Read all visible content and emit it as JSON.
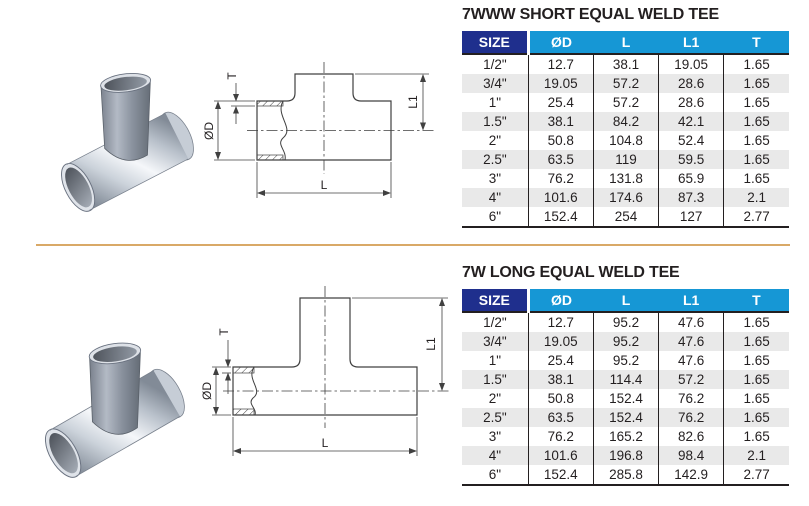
{
  "colors": {
    "header_dark_blue": "#1f2f8d",
    "header_light_blue": "#1697d5",
    "row_stripe_gray": "#e9e9e9",
    "table_rule_black": "#231f20",
    "divider_tan": "#d9a967",
    "steel_light": "#f4f6f9",
    "steel_dark": "#6f7682"
  },
  "sections": [
    {
      "title": "7WWW SHORT EQUAL WELD TEE",
      "table": {
        "columns": [
          "SIZE",
          "ØD",
          "L",
          "L1",
          "T"
        ],
        "rows": [
          [
            "1/2\"",
            "12.7",
            "38.1",
            "19.05",
            "1.65"
          ],
          [
            "3/4\"",
            "19.05",
            "57.2",
            "28.6",
            "1.65"
          ],
          [
            "1\"",
            "25.4",
            "57.2",
            "28.6",
            "1.65"
          ],
          [
            "1.5\"",
            "38.1",
            "84.2",
            "42.1",
            "1.65"
          ],
          [
            "2\"",
            "50.8",
            "104.8",
            "52.4",
            "1.65"
          ],
          [
            "2.5\"",
            "63.5",
            "119",
            "59.5",
            "1.65"
          ],
          [
            "3\"",
            "76.2",
            "131.8",
            "65.9",
            "1.65"
          ],
          [
            "4\"",
            "101.6",
            "174.6",
            "87.3",
            "2.1"
          ],
          [
            "6\"",
            "152.4",
            "254",
            "127",
            "2.77"
          ]
        ]
      },
      "drawing_labels": {
        "t": "T",
        "od": "ØD",
        "l1": "L1",
        "l": "L"
      }
    },
    {
      "title": "7W LONG EQUAL WELD TEE",
      "table": {
        "columns": [
          "SIZE",
          "ØD",
          "L",
          "L1",
          "T"
        ],
        "rows": [
          [
            "1/2\"",
            "12.7",
            "95.2",
            "47.6",
            "1.65"
          ],
          [
            "3/4\"",
            "19.05",
            "95.2",
            "47.6",
            "1.65"
          ],
          [
            "1\"",
            "25.4",
            "95.2",
            "47.6",
            "1.65"
          ],
          [
            "1.5\"",
            "38.1",
            "114.4",
            "57.2",
            "1.65"
          ],
          [
            "2\"",
            "50.8",
            "152.4",
            "76.2",
            "1.65"
          ],
          [
            "2.5\"",
            "63.5",
            "152.4",
            "76.2",
            "1.65"
          ],
          [
            "3\"",
            "76.2",
            "165.2",
            "82.6",
            "1.65"
          ],
          [
            "4\"",
            "101.6",
            "196.8",
            "98.4",
            "2.1"
          ],
          [
            "6\"",
            "152.4",
            "285.8",
            "142.9",
            "2.77"
          ]
        ]
      },
      "drawing_labels": {
        "t": "T",
        "od": "ØD",
        "l1": "L1",
        "l": "L"
      }
    }
  ]
}
